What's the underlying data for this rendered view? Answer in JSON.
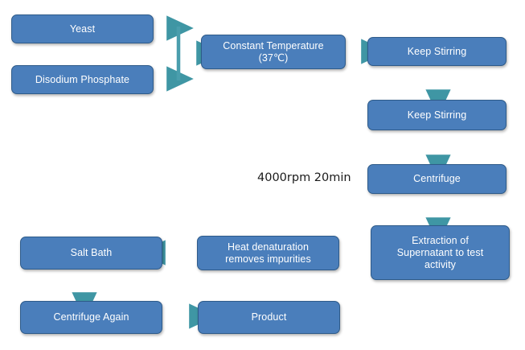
{
  "diagram": {
    "title": "Yeast enzyme extraction process flowchart",
    "background_color": "#ffffff",
    "node_fill_color": "#4a7ebb",
    "node_border_color": "#2e5b8a",
    "node_text_color": "#ffffff",
    "arrow_color": "#4a9ead",
    "label_text_color": "#1a1a1a"
  },
  "nodes": {
    "yeast": "Yeast",
    "disodium_phosphate": "Disodium Phosphate",
    "constant_temperature_line1": "Constant Temperature",
    "constant_temperature_line2": "(37℃)",
    "keep_stirring_1": "Keep Stirring",
    "keep_stirring_2": "Keep Stirring",
    "centrifuge": "Centrifuge",
    "extraction_line1": "Extraction of",
    "extraction_line2": "Supernatant to test",
    "extraction_line3": "activity",
    "heat_denaturation_line1": "Heat denaturation",
    "heat_denaturation_line2": "removes impurities",
    "salt_bath": "Salt Bath",
    "centrifuge_again": "Centrifuge Again",
    "product": "Product"
  },
  "edge_labels": {
    "centrifuge_params": "4000rpm 20min"
  }
}
